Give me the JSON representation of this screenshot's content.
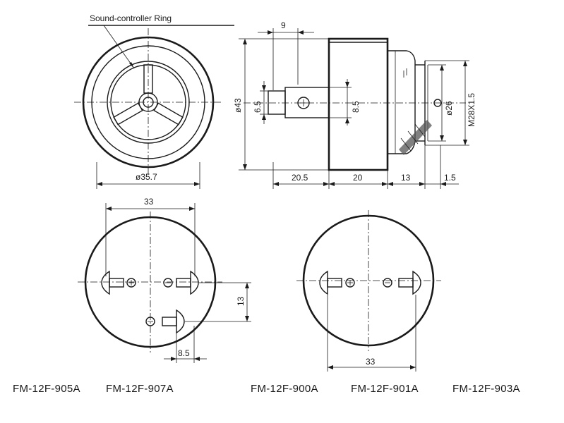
{
  "callout": "Sound-controller Ring",
  "dimensions": {
    "front_diameter": "ø35.7",
    "side_pin_offset": "9",
    "side_height": "ø43",
    "side_stem_left": "6.5",
    "side_stem_right": "8.5",
    "side_thread_dia": "ø26",
    "side_thread": "M28X1.5",
    "len_a": "20.5",
    "len_b": "20",
    "len_c": "13",
    "len_d": "1.5",
    "bottom_left_width": "33",
    "bottom_left_spacing": "13",
    "bottom_left_pin": "8.5",
    "bottom_right_width": "33"
  },
  "models_left": [
    "FM-12F-905A",
    "FM-12F-907A"
  ],
  "models_right": [
    "FM-12F-900A",
    "FM-12F-901A",
    "FM-12F-903A"
  ],
  "symbols": {
    "plus": "+",
    "minus": "−"
  }
}
